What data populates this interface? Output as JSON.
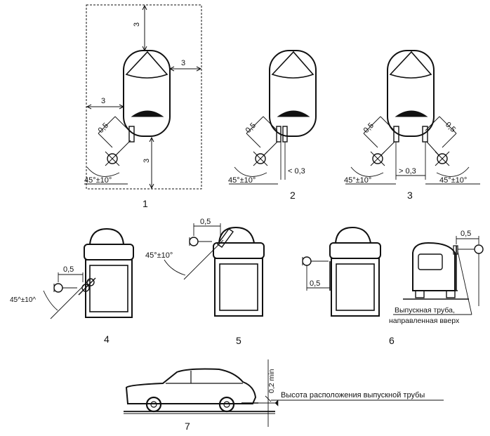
{
  "labels": {
    "dim_3": "3",
    "dim_05": "0,5",
    "angle": "45°±10°",
    "angle_alt": "45^±10^",
    "lt_03": "< 0,3",
    "gt_03": "> 0,3",
    "fig1": "1",
    "fig2": "2",
    "fig3": "3",
    "fig4": "4",
    "fig5": "5",
    "fig6": "6",
    "fig7": "7",
    "exhaust_up_line1": "Выпускная труба,",
    "exhaust_up_line2": "направленная вверх",
    "exhaust_height": "Высота расположения выпускной трубы",
    "min_02": "0,2 min"
  },
  "colors": {
    "line": "#111111",
    "background": "#ffffff"
  }
}
